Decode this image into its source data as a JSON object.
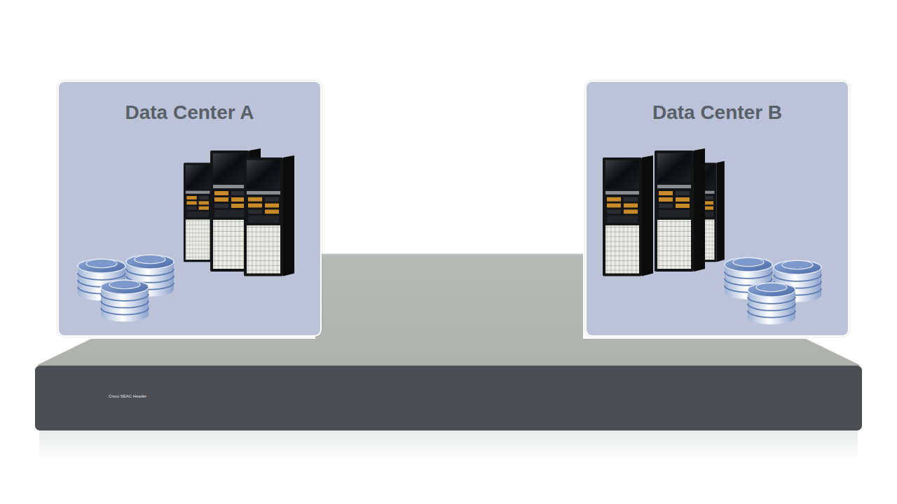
{
  "diagram": {
    "nodes": [
      {
        "text": [
          "Data Center A"
        ]
      },
      {
        "text": [
          "Data Center B"
        ]
      },
      {
        "text": [
          "Cisco SEAC Header"
        ]
      }
    ]
  }
}
